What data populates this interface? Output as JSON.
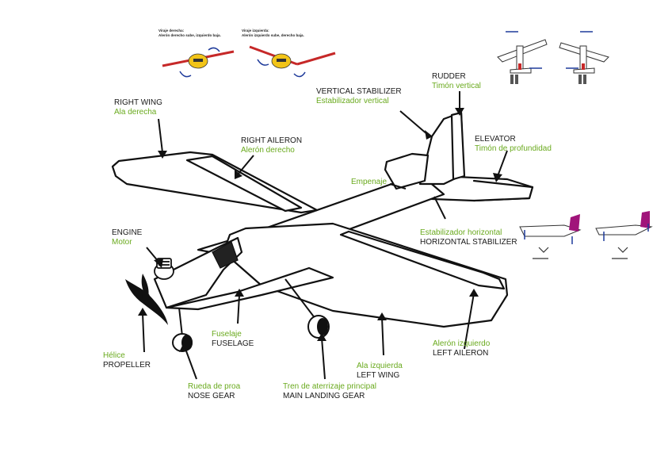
{
  "labels": {
    "right_wing": {
      "en": "RIGHT WING",
      "es": "Ala derecha"
    },
    "right_aileron": {
      "en": "RIGHT AILERON",
      "es": "Alerón derecho"
    },
    "vertical_stabilizer": {
      "en": "VERTICAL STABILIZER",
      "es": "Estabilizador vertical"
    },
    "rudder": {
      "en": "RUDDER",
      "es": "Timón vertical"
    },
    "elevator": {
      "en": "ELEVATOR",
      "es": "Timón de profundidad"
    },
    "empennage": {
      "es": "Empenaje"
    },
    "engine": {
      "en": "ENGINE",
      "es": "Motor"
    },
    "horizontal_stabilizer": {
      "en": "HORIZONTAL STABILIZER",
      "es": "Estabilizador horizontal"
    },
    "fuselage": {
      "en": "FUSELAGE",
      "es": "Fuselaje"
    },
    "propeller": {
      "en": "PROPELLER",
      "es": "Hélice"
    },
    "left_aileron": {
      "en": "LEFT AILERON",
      "es": "Alerón izquierdo"
    },
    "left_wing": {
      "en": "LEFT WING",
      "es": "Ala izquierda"
    },
    "nose_gear": {
      "en": "NOSE GEAR",
      "es": "Rueda de proa"
    },
    "main_landing_gear": {
      "en": "MAIN LANDING GEAR",
      "es": "Tren de aterrizaje principal"
    }
  },
  "insets": {
    "roll_right": {
      "title": "Viraje derecha:",
      "caption": "Alerón derecho sube, izquierdo baja."
    },
    "roll_left": {
      "title": "Viraje izquierda:",
      "caption": "Alerón izquierdo sube, derecho baja."
    }
  },
  "colors": {
    "english": "#1a1a1a",
    "spanish": "#6aaa1e",
    "wing_red": "#c62828",
    "arrow_blue": "#1e3a9a",
    "tail_purple": "#a0147a",
    "plane_yellow": "#f2c418"
  },
  "icons": [
    "airplane-line-drawing",
    "roll-inset-icon",
    "yaw-inset-icon",
    "pitch-inset-icon"
  ]
}
